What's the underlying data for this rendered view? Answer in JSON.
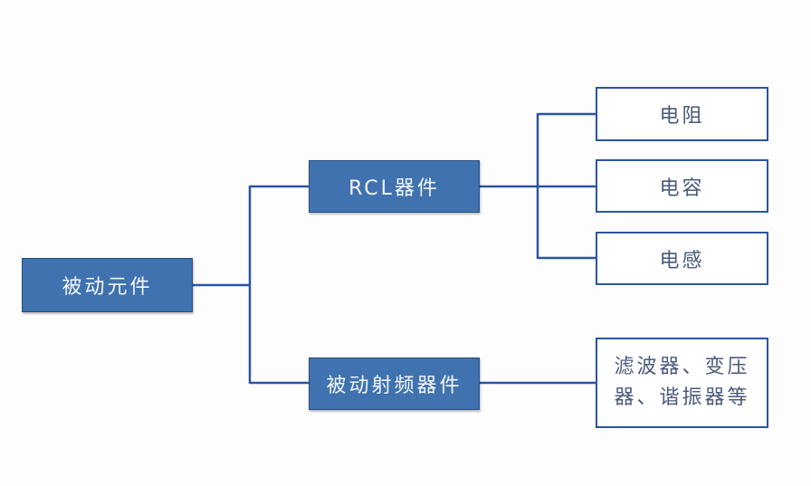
{
  "diagram": {
    "root": {
      "label": "被动元件"
    },
    "branches": [
      {
        "label": "RCL器件",
        "children": [
          {
            "label": "电阻"
          },
          {
            "label": "电容"
          },
          {
            "label": "电感"
          }
        ]
      },
      {
        "label": "被动射频器件",
        "children": [
          {
            "label": "滤波器、变压器、谐振器等",
            "lines": [
              "滤波器、变压",
              "器、谐振器等"
            ]
          }
        ]
      }
    ],
    "colors": {
      "filled_box": "#3f72af",
      "line": "#2b55a0",
      "outline_text": "#4a5a7a"
    }
  }
}
